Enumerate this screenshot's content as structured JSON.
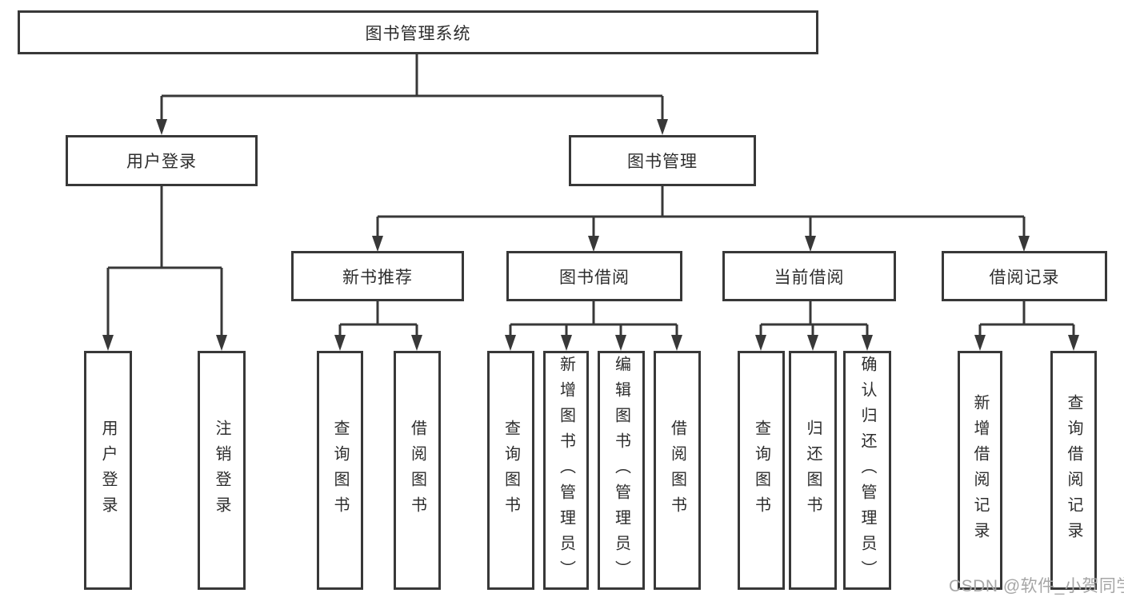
{
  "diagram": {
    "type": "function-structure-tree",
    "tree": {
      "root": {
        "label": "图书管理系统",
        "children": [
          {
            "label": "用户登录",
            "children": [
              {
                "label": "用户登录"
              },
              {
                "label": "注销登录"
              }
            ]
          },
          {
            "label": "图书管理",
            "children": [
              {
                "label": "新书推荐",
                "children": [
                  {
                    "label": "查询图书"
                  },
                  {
                    "label": "借阅图书"
                  }
                ]
              },
              {
                "label": "图书借阅",
                "children": [
                  {
                    "label": "查询图书"
                  },
                  {
                    "label": "新增图书（管理员）"
                  },
                  {
                    "label": "编辑图书（管理员）"
                  },
                  {
                    "label": "借阅图书"
                  }
                ]
              },
              {
                "label": "当前借阅",
                "children": [
                  {
                    "label": "查询图书"
                  },
                  {
                    "label": "归还图书"
                  },
                  {
                    "label": "确认归还（管理员）"
                  }
                ]
              },
              {
                "label": "借阅记录",
                "children": [
                  {
                    "label": "新增借阅记录"
                  },
                  {
                    "label": "查询借阅记录"
                  }
                ]
              }
            ]
          }
        ]
      }
    },
    "colors": {
      "line": "#383838",
      "box_border": "#383838",
      "text": "#2d2d2d",
      "background": "#ffffff",
      "watermark": "#a6a6a6"
    }
  },
  "watermark": {
    "text": "CSDN @软件_小贺同学"
  }
}
